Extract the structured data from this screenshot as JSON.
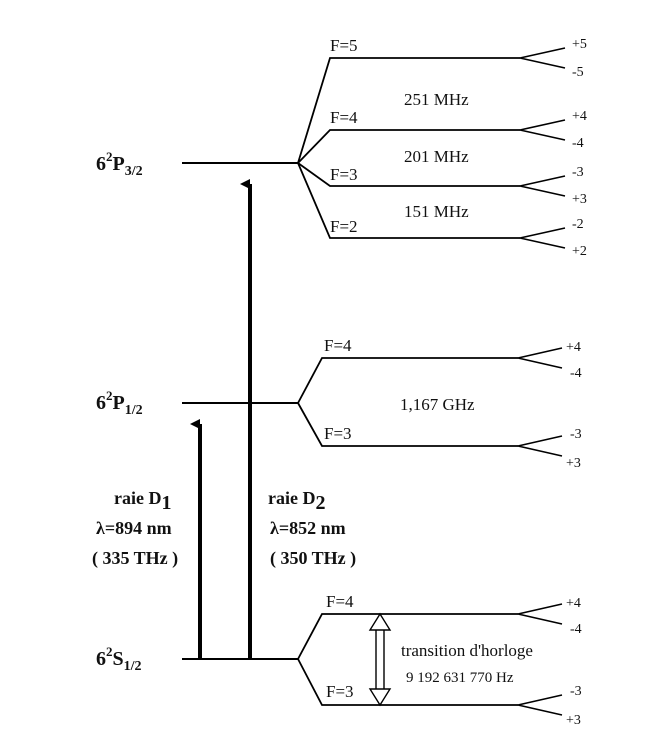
{
  "levels": {
    "p32": {
      "prefix": "6",
      "sup": "2",
      "main": "P",
      "sub": "3/2"
    },
    "p12": {
      "prefix": "6",
      "sup": "2",
      "main": "P",
      "sub": "1/2"
    },
    "s12": {
      "prefix": "6",
      "sup": "2",
      "main": "S",
      "sub": "1/2"
    }
  },
  "p32": {
    "f5": "F=5",
    "f4": "F=4",
    "f3": "F=3",
    "f2": "F=2",
    "gap1": "251 MHz",
    "gap2": "201 MHz",
    "gap3": "151 MHz",
    "m5a": "+5",
    "m5b": "-5",
    "m4a": "+4",
    "m4b": "-4",
    "m3a": "-3",
    "m3b": "+3",
    "m2a": "-2",
    "m2b": "+2"
  },
  "p12": {
    "f4": "F=4",
    "f3": "F=3",
    "gap": "1,167 GHz",
    "m4a": "+4",
    "m4b": "-4",
    "m3a": "-3",
    "m3b": "+3"
  },
  "s12": {
    "f4": "F=4",
    "f3": "F=3",
    "transition": "transition d'horloge",
    "frequency": "9 192 631 770 Hz",
    "m4a": "+4",
    "m4b": "-4",
    "m3a": "-3",
    "m3b": "+3"
  },
  "d1": {
    "line": "raie D",
    "sub": "1",
    "wavelength": "λ=894 nm",
    "freq": "( 335 THz )"
  },
  "d2": {
    "line": "raie D",
    "sub": "2",
    "wavelength": "λ=852 nm",
    "freq": "( 350 THz )"
  }
}
